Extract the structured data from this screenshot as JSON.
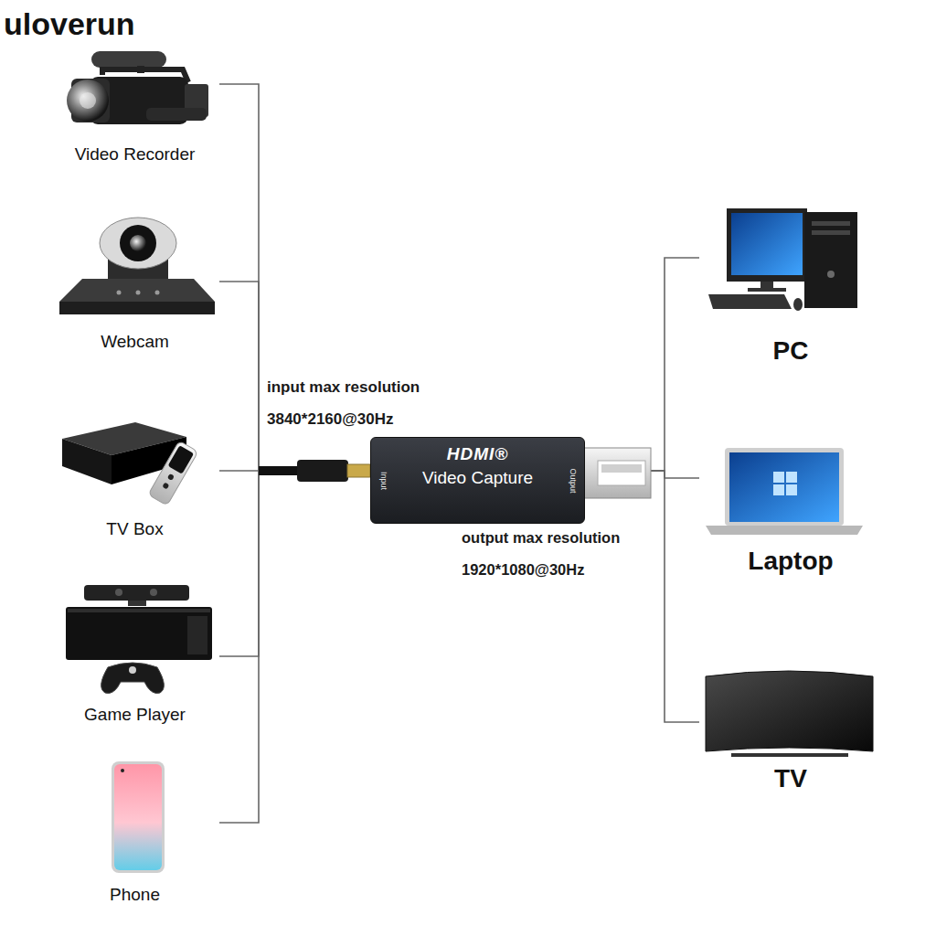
{
  "diagram": {
    "nodes": [
      {
        "text": [
          "Video Recorder"
        ]
      },
      {
        "text": [
          "Webcam"
        ]
      },
      {
        "text": [
          "TV Box"
        ]
      },
      {
        "text": [
          "Game Player"
        ]
      },
      {
        "text": [
          "Phone"
        ]
      },
      {
        "text": [
          "HDMI®",
          "Video Capture",
          "Input",
          "Output"
        ]
      },
      {
        "text": [
          "PC"
        ]
      },
      {
        "text": [
          "Laptop"
        ]
      },
      {
        "text": [
          "TV"
        ]
      }
    ],
    "edges": [
      {
        "from": 0,
        "to": 5,
        "arrow": "none"
      },
      {
        "from": 1,
        "to": 5,
        "arrow": "none"
      },
      {
        "from": 2,
        "to": 5,
        "arrow": "none"
      },
      {
        "from": 3,
        "to": 5,
        "arrow": "none"
      },
      {
        "from": 4,
        "to": 5,
        "arrow": "none"
      },
      {
        "from": 5,
        "to": 6,
        "arrow": "none"
      },
      {
        "from": 5,
        "to": 7,
        "arrow": "none"
      },
      {
        "from": 5,
        "to": 8,
        "arrow": "none"
      }
    ],
    "labels": [
      "uloverun",
      "input max resolution",
      "3840*2160@30Hz",
      "output max resolution",
      "1920*1080@30Hz"
    ]
  }
}
